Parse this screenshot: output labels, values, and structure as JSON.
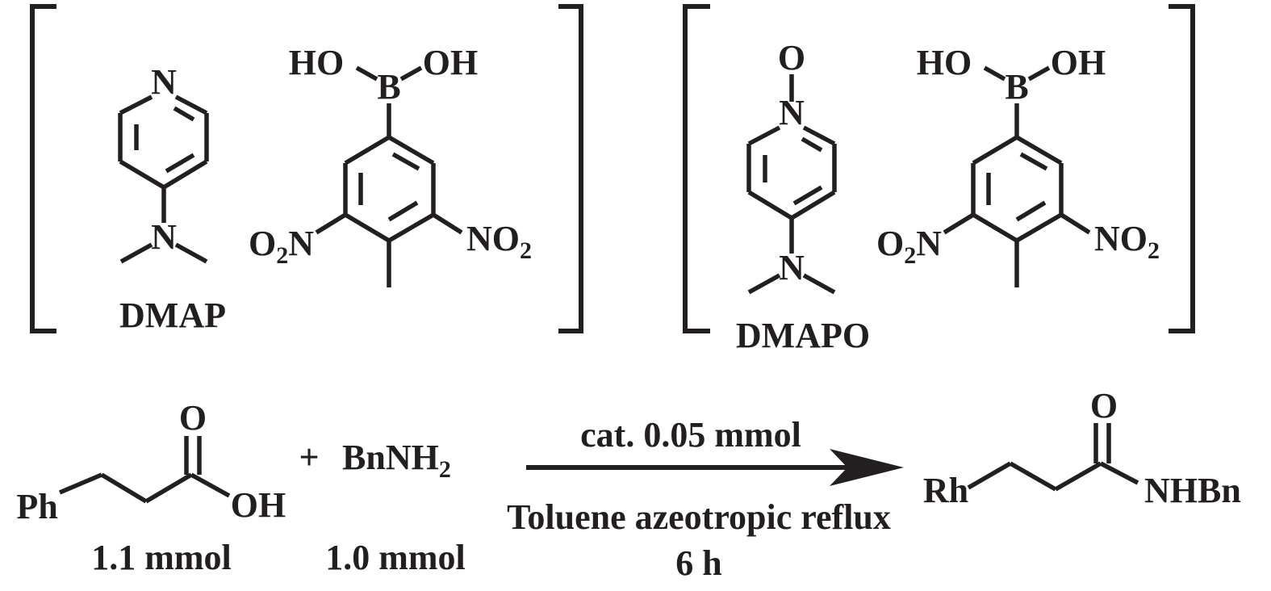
{
  "catalysts": [
    {
      "base_name": "DMAP",
      "base_atoms": {
        "ring_n": "N",
        "amine_n": "N"
      },
      "acid_atoms": {
        "boron": "B",
        "ho": "HO",
        "oh": "OH",
        "no2_left_o": "O",
        "no2_left_sub": "2",
        "no2_left_n": "N",
        "no2_right_n": "NO",
        "no2_right_sub": "2"
      }
    },
    {
      "base_name": "DMAPO",
      "base_atoms": {
        "oxide_o": "O",
        "ring_n": "N",
        "amine_n": "N"
      },
      "acid_atoms": {
        "boron": "B",
        "ho": "HO",
        "oh": "OH",
        "no2_left_o": "O",
        "no2_left_sub": "2",
        "no2_left_n": "N",
        "no2_right_n": "NO",
        "no2_right_sub": "2"
      }
    }
  ],
  "reaction": {
    "acid": {
      "ph": "Ph",
      "carbonyl_o": "O",
      "oh": "OH",
      "amount": "1.1 mmol"
    },
    "plus": "+",
    "amine": {
      "main": "BnNH",
      "sub": "2",
      "amount": "1.0 mmol"
    },
    "conditions": {
      "above": "cat. 0.05 mmol",
      "below_line1": "Toluene azeotropic reflux",
      "below_line2": "6 h"
    },
    "product": {
      "r": "Rh",
      "carbonyl_o": "O",
      "nhbn": "NHBn"
    }
  }
}
